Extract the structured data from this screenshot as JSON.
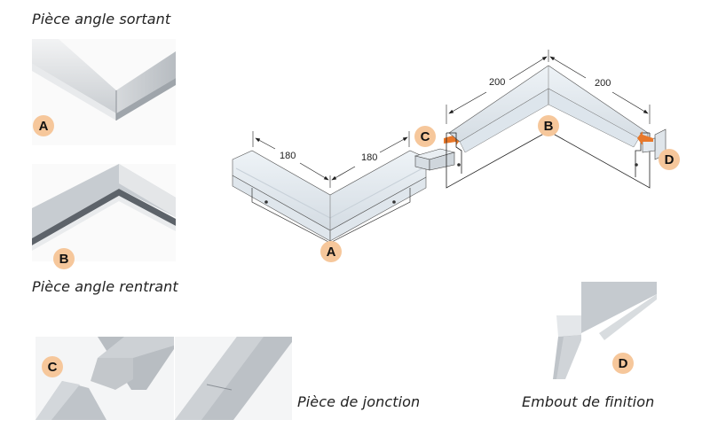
{
  "captions": {
    "outer_corner": "Pièce angle sortant",
    "inner_corner": "Pièce angle rentrant",
    "junction": "Pièce de jonction",
    "end_cap": "Embout de finition"
  },
  "badges": {
    "a": "A",
    "b": "B",
    "c": "C",
    "d": "D"
  },
  "dimensions": {
    "a_left": "180",
    "a_right": "180",
    "b_left": "200",
    "b_right": "200"
  },
  "colors": {
    "badge_fill": "#f6c79b",
    "arrow_orange": "#e8782a",
    "profile_light": "#e6edf3",
    "profile_shade": "#cfd7df",
    "outline": "#222222"
  }
}
